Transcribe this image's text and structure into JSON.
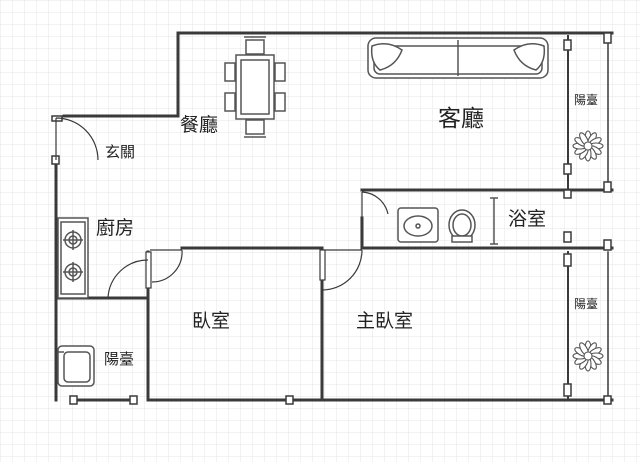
{
  "floor_plan": {
    "rooms": {
      "living_room": "客廳",
      "dining_room": "餐廳",
      "entrance": "玄關",
      "kitchen": "廚房",
      "bathroom": "浴室",
      "bedroom": "臥室",
      "master_bedroom": "主臥室",
      "balcony_upper": "陽臺",
      "balcony_lower": "陽臺",
      "balcony_small": "陽臺"
    },
    "colors": {
      "wall": "#3a3a3a",
      "grid": "#e3e5ea",
      "furniture": "#555555"
    }
  }
}
